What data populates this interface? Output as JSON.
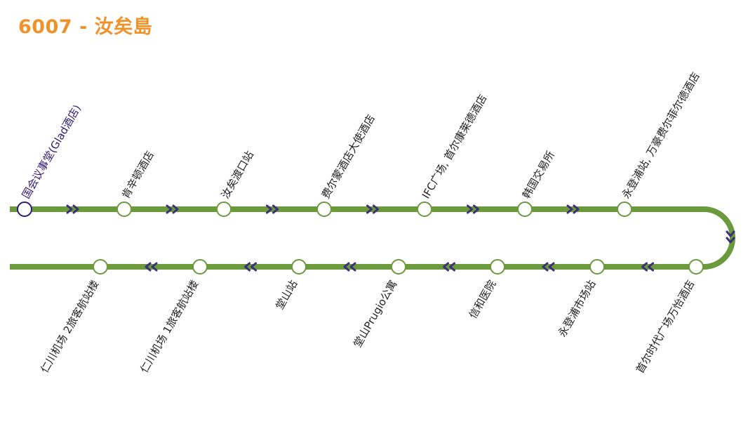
{
  "route": {
    "title": "6007 - 汝矣島"
  },
  "colors": {
    "title": "#f0922a",
    "line": "#6b9a3c",
    "arrow": "#3d2f7a",
    "start_stop": "#2e1a6e",
    "stop_fill": "#ffffff",
    "label": "#222222"
  },
  "stops_top": [
    "国会议事堂(Glad酒店)",
    "肯辛顿酒店",
    "汝矣渡口站",
    "费尔蒙酒店大使酒店",
    "IFC广场, 首尔康莱德酒店",
    "韩国交易所",
    "永登浦站, 万豪费尔菲尔德酒店"
  ],
  "stops_bottom": [
    "首尔时代广场万怡酒店",
    "永登浦市场站",
    "信和医院",
    "堂山Prugio公寓",
    "堂山站",
    "仁川机场 1旅客航站楼",
    "仁川机场 2旅客航站楼"
  ],
  "direction_icon": "double-chevron-icon"
}
